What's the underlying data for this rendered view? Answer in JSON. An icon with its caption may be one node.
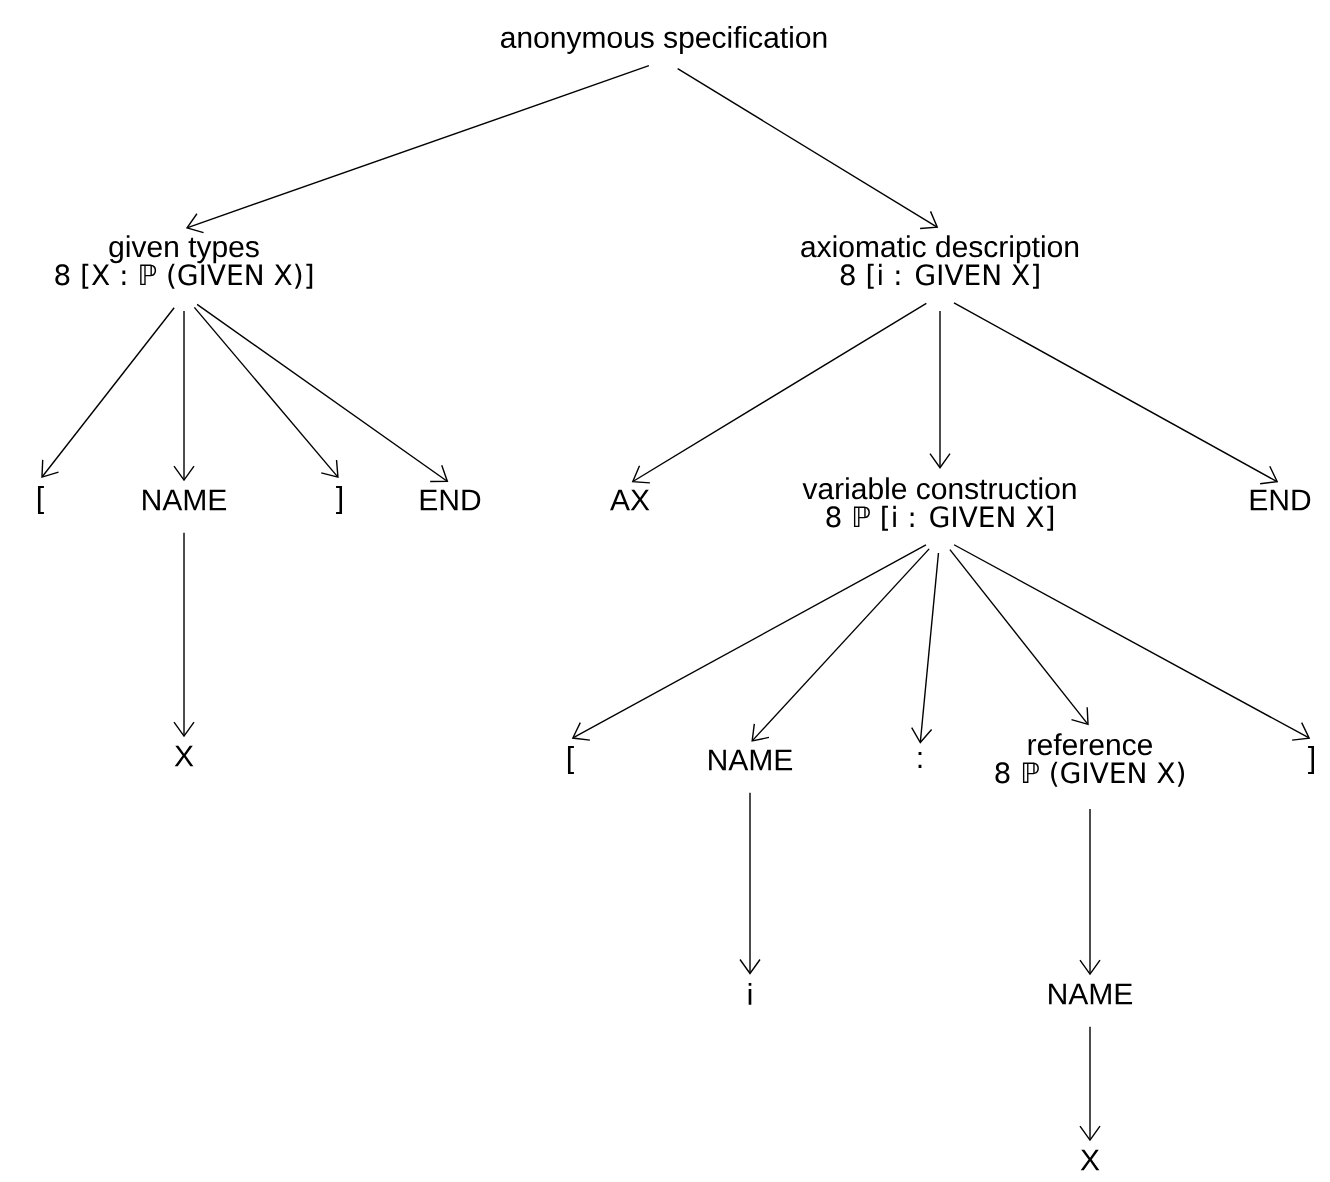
{
  "diagram": {
    "nodes": [
      {
        "text": [
          "anonymous specification"
        ]
      },
      {
        "text": [
          "given types",
          "8 [X : ℙ (GIVEN X)]"
        ]
      },
      {
        "text": [
          "axiomatic description",
          "8 [i : GIVEN X]"
        ]
      },
      {
        "text": [
          "["
        ]
      },
      {
        "text": [
          "NAME"
        ]
      },
      {
        "text": [
          "]"
        ]
      },
      {
        "text": [
          "END"
        ]
      },
      {
        "text": [
          "AX"
        ]
      },
      {
        "text": [
          "variable construction",
          "8 ℙ [i : GIVEN X]"
        ]
      },
      {
        "text": [
          "END"
        ]
      },
      {
        "text": [
          "X"
        ]
      },
      {
        "text": [
          "["
        ]
      },
      {
        "text": [
          "NAME"
        ]
      },
      {
        "text": [
          ":"
        ]
      },
      {
        "text": [
          "reference",
          "8 ℙ (GIVEN X)"
        ]
      },
      {
        "text": [
          "]"
        ]
      },
      {
        "text": [
          "i"
        ]
      },
      {
        "text": [
          "NAME"
        ]
      },
      {
        "text": [
          "X"
        ]
      }
    ],
    "edges": [
      {
        "from": 0,
        "to": 1,
        "arrow": "to"
      },
      {
        "from": 0,
        "to": 2,
        "arrow": "to"
      },
      {
        "from": 1,
        "to": 3,
        "arrow": "to"
      },
      {
        "from": 1,
        "to": 4,
        "arrow": "to"
      },
      {
        "from": 1,
        "to": 5,
        "arrow": "to"
      },
      {
        "from": 1,
        "to": 6,
        "arrow": "to"
      },
      {
        "from": 2,
        "to": 7,
        "arrow": "to"
      },
      {
        "from": 2,
        "to": 8,
        "arrow": "to"
      },
      {
        "from": 2,
        "to": 9,
        "arrow": "to"
      },
      {
        "from": 4,
        "to": 10,
        "arrow": "to"
      },
      {
        "from": 8,
        "to": 11,
        "arrow": "to"
      },
      {
        "from": 8,
        "to": 12,
        "arrow": "to"
      },
      {
        "from": 8,
        "to": 13,
        "arrow": "to"
      },
      {
        "from": 8,
        "to": 14,
        "arrow": "to"
      },
      {
        "from": 8,
        "to": 15,
        "arrow": "to"
      },
      {
        "from": 12,
        "to": 16,
        "arrow": "to"
      },
      {
        "from": 14,
        "to": 17,
        "arrow": "to"
      },
      {
        "from": 17,
        "to": 18,
        "arrow": "to"
      }
    ]
  }
}
